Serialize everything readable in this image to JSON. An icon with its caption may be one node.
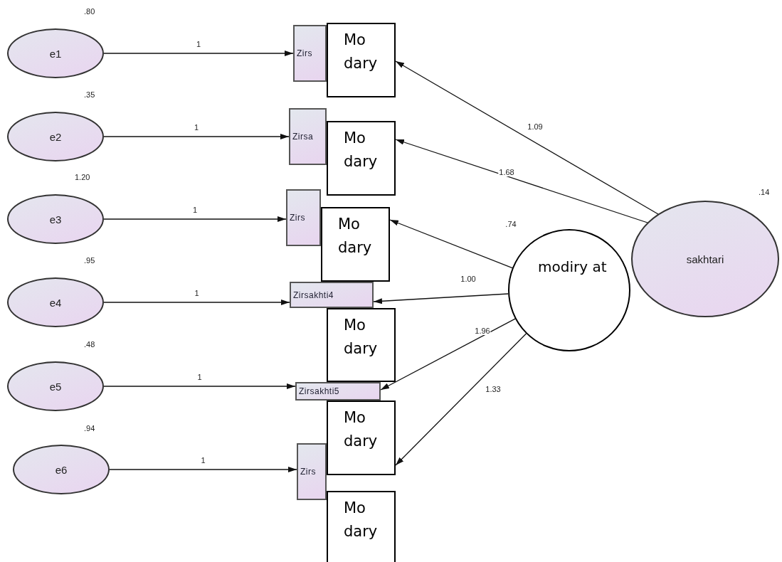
{
  "diagram": {
    "nodes": [
      {
        "text": [
          "e1"
        ],
        "beside": [
          ".80"
        ]
      },
      {
        "text": [
          "e2"
        ],
        "beside": [
          ".35"
        ]
      },
      {
        "text": [
          "e3"
        ],
        "beside": [
          "1.20"
        ]
      },
      {
        "text": [
          "e4"
        ],
        "beside": [
          ".95"
        ]
      },
      {
        "text": [
          "e5"
        ],
        "beside": [
          ".48"
        ]
      },
      {
        "text": [
          "e6"
        ],
        "beside": [
          ".94"
        ]
      },
      {
        "text": [
          "Zirs"
        ]
      },
      {
        "text": [
          "Zirsa"
        ]
      },
      {
        "text": [
          "Zirs"
        ]
      },
      {
        "text": [
          "Zirsakhti4"
        ]
      },
      {
        "text": [
          "Zirsakhti5"
        ]
      },
      {
        "text": [
          "Zirs"
        ]
      },
      {
        "text": [
          "sakhtari"
        ],
        "beside": [
          ".14"
        ]
      },
      {
        "text": [
          "Mo dary"
        ]
      },
      {
        "text": [
          "Mo dary"
        ]
      },
      {
        "text": [
          "Mo dary"
        ]
      },
      {
        "text": [
          "Mo dary"
        ]
      },
      {
        "text": [
          "Mo dary"
        ]
      },
      {
        "text": [
          "Mo dary"
        ]
      },
      {
        "text": [
          "modiry at"
        ]
      }
    ],
    "edges": [
      {
        "from": 0,
        "to": 6,
        "arrow": "to",
        "label": "1"
      },
      {
        "from": 1,
        "to": 7,
        "arrow": "to",
        "label": "1"
      },
      {
        "from": 2,
        "to": 8,
        "arrow": "to",
        "label": "1"
      },
      {
        "from": 3,
        "to": 9,
        "arrow": "to",
        "label": "1"
      },
      {
        "from": 4,
        "to": 10,
        "arrow": "to",
        "label": "1"
      },
      {
        "from": 5,
        "to": 11,
        "arrow": "to",
        "label": "1"
      },
      {
        "from": 12,
        "to": 13,
        "arrow": "to",
        "label": "1.09"
      },
      {
        "from": 12,
        "to": 14,
        "arrow": "to",
        "label": "1.68"
      },
      {
        "from": 19,
        "to": 15,
        "arrow": "to",
        "label": ".74"
      },
      {
        "from": 19,
        "to": 9,
        "arrow": "to",
        "label": "1.00"
      },
      {
        "from": 19,
        "to": 10,
        "arrow": "to",
        "label": "1.96"
      },
      {
        "from": 19,
        "to": 17,
        "arrow": "to",
        "label": "1.33"
      }
    ]
  }
}
